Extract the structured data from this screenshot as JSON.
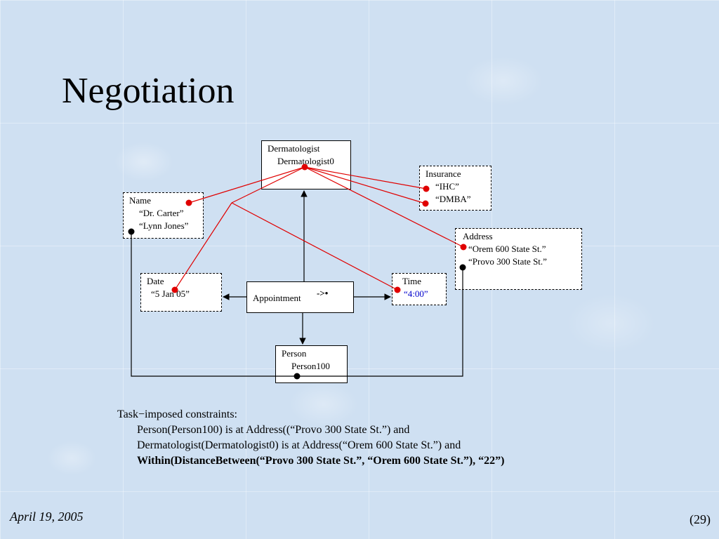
{
  "title": "Negotiation",
  "boxes": {
    "dermatologist": {
      "type": "Dermatologist",
      "value": "Dermatologist0"
    },
    "insurance": {
      "type": "Insurance",
      "values": [
        "“IHC”",
        "“DMBA”"
      ]
    },
    "name": {
      "type": "Name",
      "values": [
        "“Dr. Carter”",
        "“Lynn Jones”"
      ]
    },
    "address": {
      "type": "Address",
      "values": [
        "“Orem 600 State St.”",
        "“Provo 300 State St.”"
      ]
    },
    "date": {
      "type": "Date",
      "value": "“5 Jan 05”"
    },
    "appointment": {
      "label": "Appointment",
      "operator": "->•"
    },
    "time": {
      "type": "Time",
      "value": "“4:00”"
    },
    "person": {
      "type": "Person",
      "value": "Person100"
    }
  },
  "constraints": {
    "heading": "Task−imposed constraints:",
    "line1": "Person(Person100) is at Address((“Provo 300 State St.”) and",
    "line2": "Dermatologist(Dermatologist0) is at Address(“Orem 600 State St.”) and",
    "line3": "Within(DistanceBetween(“Provo 300 State St.”, “Orem 600 State St.”), “22”)"
  },
  "footer": {
    "date": "April 19, 2005",
    "page": "(29)"
  },
  "colors": {
    "link": "#e00000",
    "highlight": "#0000cc"
  }
}
